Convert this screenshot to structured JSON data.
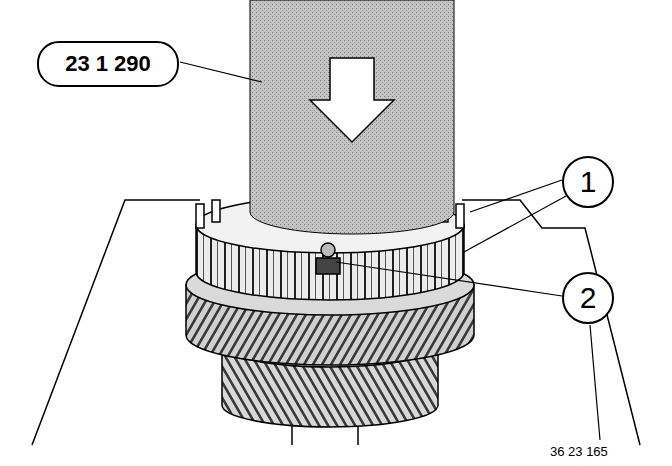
{
  "diagram": {
    "nodes": [
      {
        "text": [
          "23 1 290"
        ]
      },
      {
        "text": [
          "1"
        ]
      },
      {
        "text": [
          "2"
        ]
      }
    ],
    "labels": [
      "36 23 165"
    ]
  }
}
